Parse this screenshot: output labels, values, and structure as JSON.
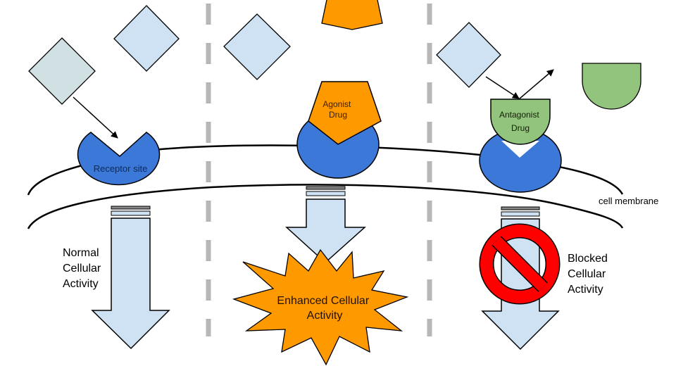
{
  "panels": {
    "normal": {
      "receptor_label": "Receptor site",
      "activity": [
        "Normal",
        "Cellular",
        "Activity"
      ]
    },
    "agonist": {
      "drug_label": [
        "Agonist",
        "Drug"
      ],
      "activity": [
        "Enhanced Cellular",
        "Activity"
      ]
    },
    "antagonist": {
      "drug_label": [
        "Antagonist",
        "Drug"
      ],
      "activity": [
        "Blocked",
        "Cellular",
        "Activity"
      ]
    }
  },
  "membrane_label": "cell membrane",
  "colors": {
    "receptor": "#3c78d8",
    "ligand": "#cfe2f3",
    "ligand_gray": "#d0e0e3",
    "agonist": "#ff9900",
    "antagonist": "#93c47d",
    "block": "#ff0000",
    "divider": "#b7b7b7",
    "arrow": "#cfe2f3"
  }
}
